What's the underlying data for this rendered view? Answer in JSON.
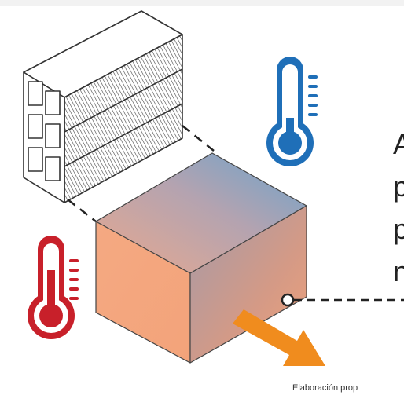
{
  "caption": "Elaboración prop",
  "side_text": [
    "A",
    "p",
    "p",
    "n"
  ],
  "colors": {
    "cold": "#1f6fb8",
    "hot": "#c8202a",
    "arrow": "#f08c1e",
    "cube_top": "#7aa6c6",
    "cube_front": "#f2a57c"
  },
  "icons": [
    "brick-icon",
    "cold-thermometer-icon",
    "hot-thermometer-icon",
    "heat-arrow-icon"
  ]
}
